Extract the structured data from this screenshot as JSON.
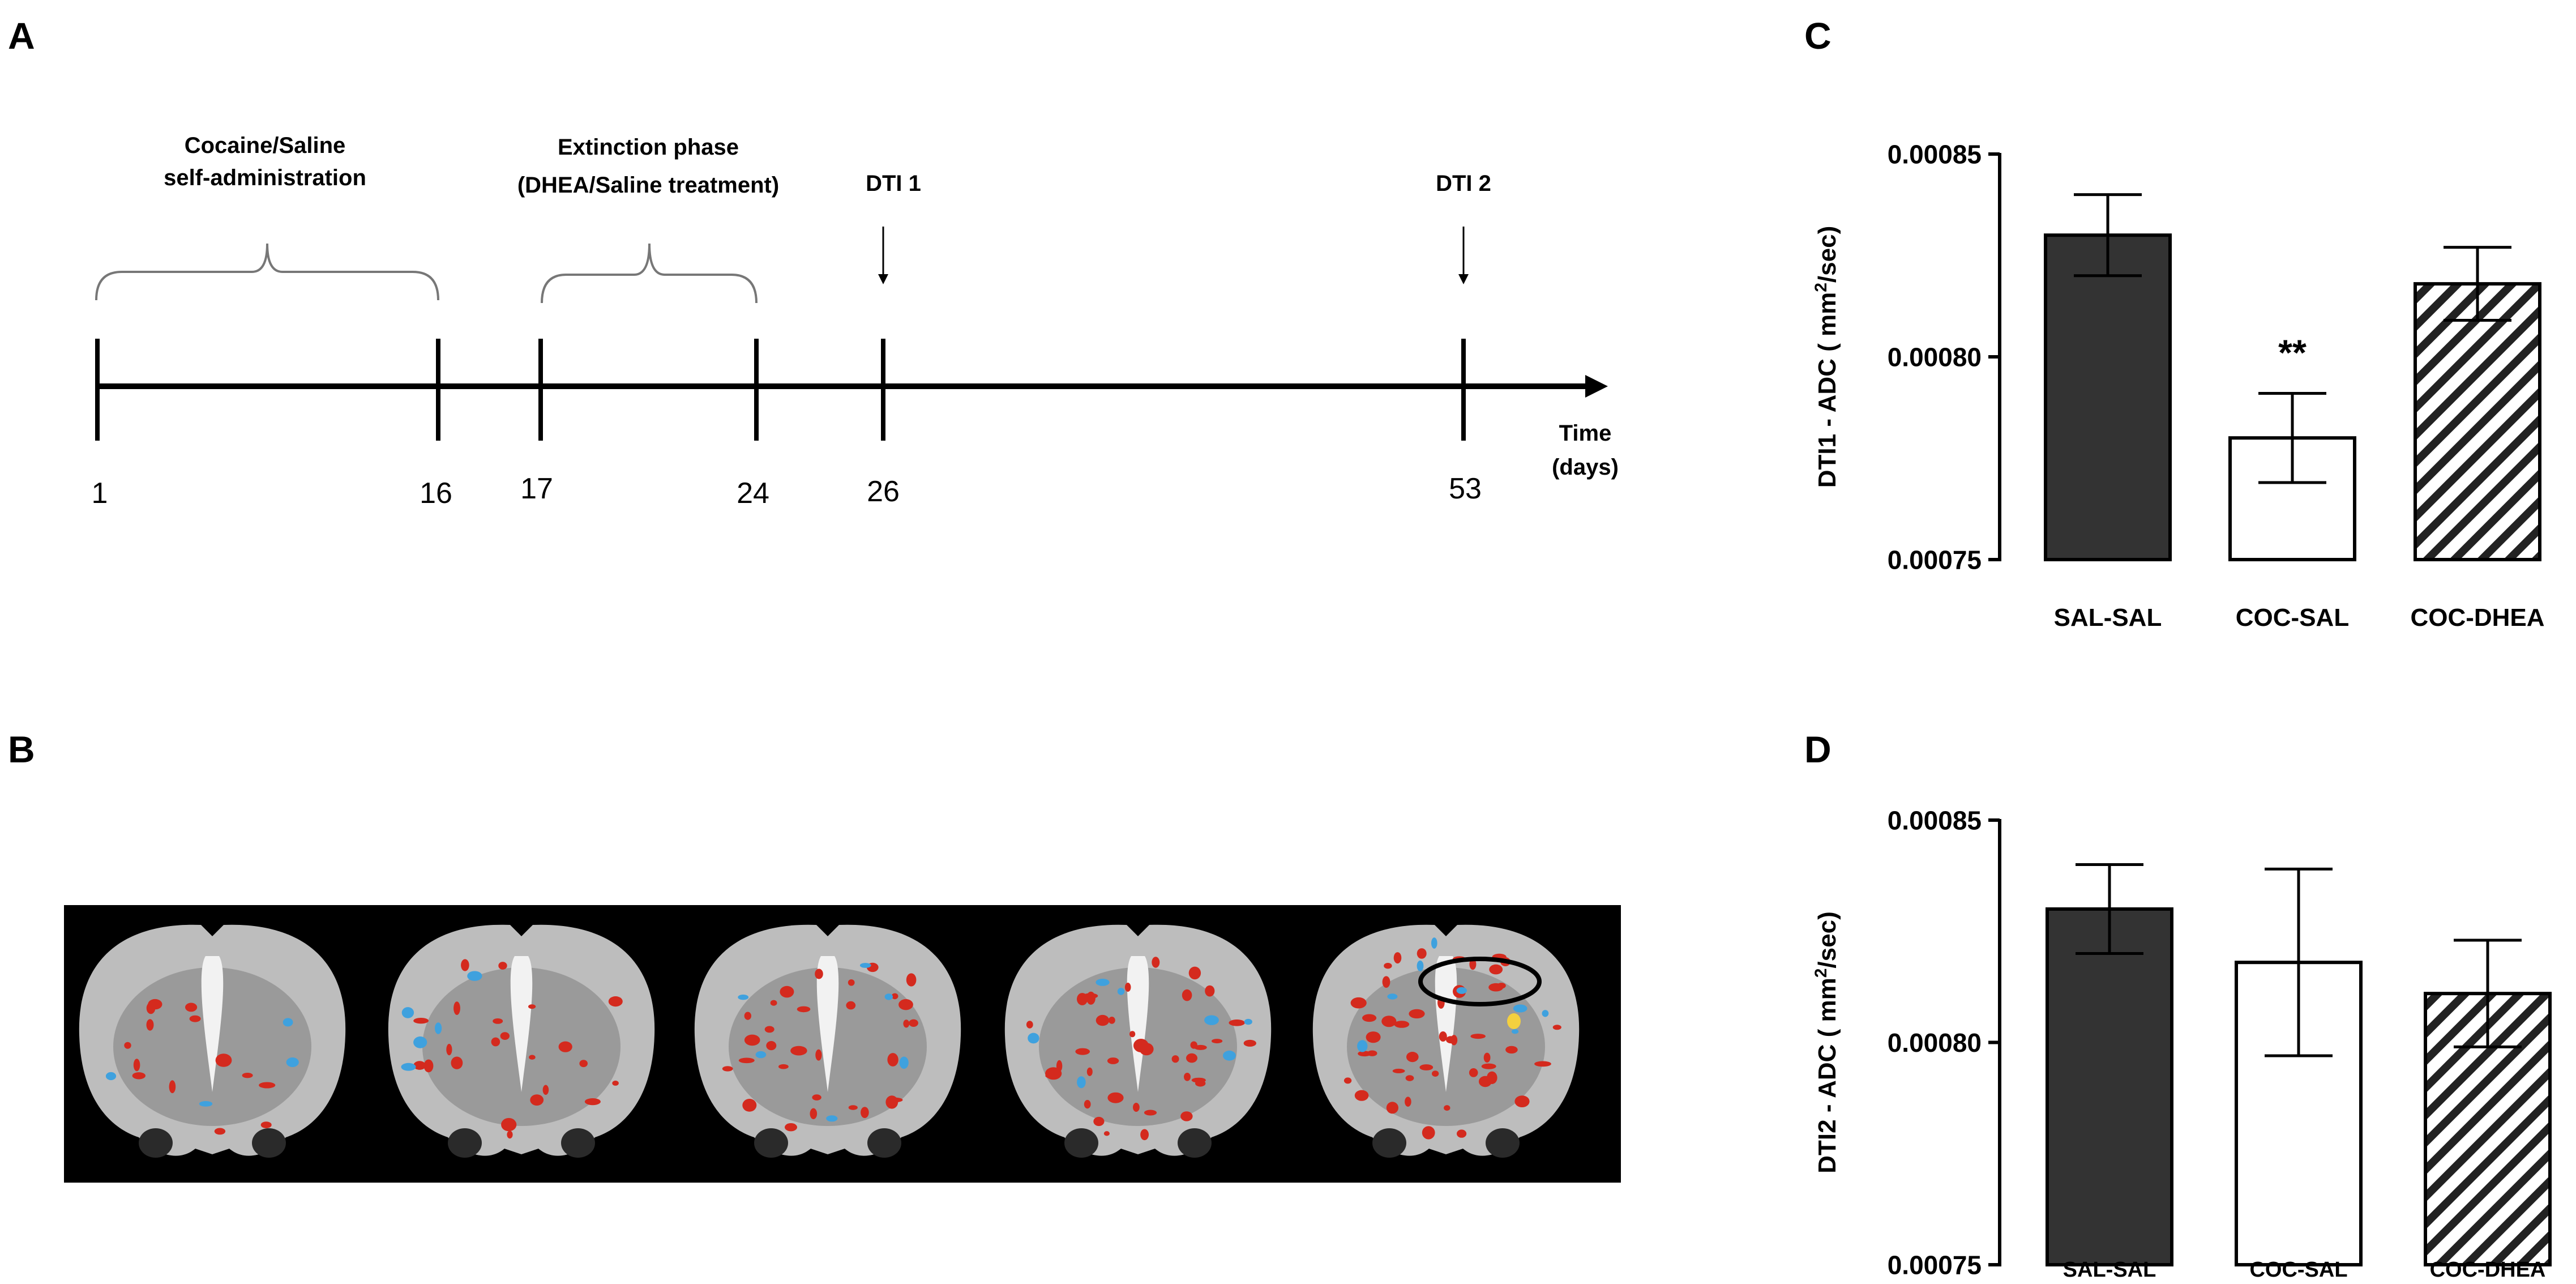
{
  "panels": {
    "a": "A",
    "b": "B",
    "c": "C",
    "d": "D"
  },
  "timeline": {
    "phase1_line1": "Cocaine/Saline",
    "phase1_line2": "self-administration",
    "phase2_line1": "Extinction phase",
    "phase2_line2": "(DHEA/Saline treatment)",
    "dti1": "DTI 1",
    "dti2": "DTI 2",
    "days": [
      "1",
      "16",
      "17",
      "24",
      "26",
      "53"
    ],
    "axis_line1": "Time",
    "axis_line2": "(days)"
  },
  "brain_panel": {
    "slices": 5,
    "colors": {
      "background": "#000000",
      "tissue": "#bdbdbd",
      "increase": "#d42a1e",
      "decrease": "#3fa1de",
      "peak": "#f4d03f"
    }
  },
  "chart_data": [
    {
      "type": "bar",
      "panel": "C",
      "categories": [
        "SAL-SAL",
        "COC-SAL",
        "COC-DHEA"
      ],
      "values": [
        0.00083,
        0.00078,
        0.000818
      ],
      "errors": [
        1e-05,
        1.1e-05,
        9e-06
      ],
      "fills": [
        "solid",
        "open",
        "hatched"
      ],
      "annotation": {
        "category": "COC-SAL",
        "text": "**"
      },
      "ylabel_prefix": "DTI1 - ADC ( mm",
      "ylabel_sup": "2",
      "ylabel_suffix": "/sec)",
      "ylim": [
        0.00075,
        0.00085
      ],
      "yticks": [
        "0.00075",
        "0.00080",
        "0.00085"
      ],
      "ytick_values": [
        0.00075,
        0.0008,
        0.00085
      ]
    },
    {
      "type": "bar",
      "panel": "D",
      "categories": [
        "SAL-SAL",
        "COC-SAL",
        "COC-DHEA"
      ],
      "values": [
        0.00083,
        0.000818,
        0.000811
      ],
      "errors": [
        1e-05,
        2.1e-05,
        1.2e-05
      ],
      "fills": [
        "solid",
        "open",
        "hatched"
      ],
      "ylabel_prefix": "DTI2 - ADC ( mm",
      "ylabel_sup": "2",
      "ylabel_suffix": "/sec)",
      "ylim": [
        0.00075,
        0.00085
      ],
      "yticks": [
        "0.00075",
        "0.00080",
        "0.00085"
      ],
      "ytick_values": [
        0.00075,
        0.0008,
        0.00085
      ]
    }
  ]
}
